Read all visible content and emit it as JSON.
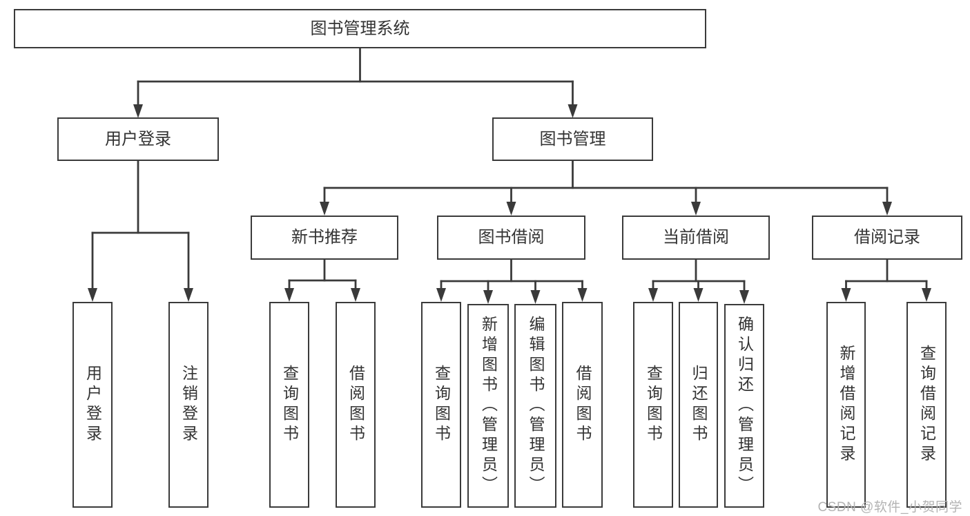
{
  "diagram_title": "图书管理系统",
  "nodes": {
    "root": {
      "label": "图书管理系统"
    },
    "user_login": {
      "label": "用户登录"
    },
    "book_management": {
      "label": "图书管理"
    },
    "new_book_recommendation": {
      "label": "新书推荐"
    },
    "book_borrowing": {
      "label": "图书借阅"
    },
    "current_borrowing": {
      "label": "当前借阅"
    },
    "borrowing_records": {
      "label": "借阅记录"
    }
  },
  "leaves": [
    {
      "parent": "用户登录",
      "label": "用户登录"
    },
    {
      "parent": "用户登录",
      "label": "注销登录"
    },
    {
      "parent": "新书推荐",
      "label": "查询图书"
    },
    {
      "parent": "新书推荐",
      "label": "借阅图书"
    },
    {
      "parent": "图书借阅",
      "label": "查询图书"
    },
    {
      "parent": "图书借阅",
      "label": "新增图书（管理员）"
    },
    {
      "parent": "图书借阅",
      "label": "编辑图书（管理员）"
    },
    {
      "parent": "图书借阅",
      "label": "借阅图书"
    },
    {
      "parent": "当前借阅",
      "label": "查询图书"
    },
    {
      "parent": "当前借阅",
      "label": "归还图书"
    },
    {
      "parent": "当前借阅",
      "label": "确认归还（管理员）"
    },
    {
      "parent": "借阅记录",
      "label": "新增借阅记录"
    },
    {
      "parent": "借阅记录",
      "label": "查询借阅记录"
    }
  ],
  "watermark": "CSDN @软件_小贺同学",
  "colors": {
    "line": "#3a3a3a",
    "border": "#3a3a3a",
    "text": "#333333",
    "watermark": "#b3b3b3",
    "background": "#ffffff"
  }
}
